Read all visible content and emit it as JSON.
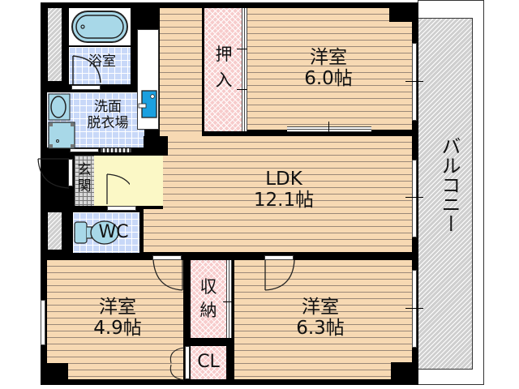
{
  "floorplan": {
    "rooms": {
      "bath": {
        "name": "浴室"
      },
      "washroom": {
        "name_line1": "洗面",
        "name_line2": "脱衣場"
      },
      "entrance": {
        "name_line1": "玄",
        "name_line2": "関"
      },
      "wc": {
        "name": "WC"
      },
      "oshiire": {
        "name_line1": "押",
        "name_line2": "入"
      },
      "western_room_ne": {
        "name": "洋室",
        "size": "6.0帖"
      },
      "ldk": {
        "name": "LDK",
        "size": "12.1帖"
      },
      "western_room_sw": {
        "name": "洋室",
        "size": "4.9帖"
      },
      "storage": {
        "name_line1": "収",
        "name_line2": "納"
      },
      "closet": {
        "name": "CL"
      },
      "western_room_se": {
        "name": "洋室",
        "size": "6.3帖"
      },
      "balcony": {
        "name": "バルコニー"
      }
    },
    "colors": {
      "wall": "#000000",
      "wood_floor": "#f7d9b3",
      "tile_floor": "#c8d8f8",
      "storage_pink": "#f7cccc",
      "entrance_floor": "#fbf8c6",
      "balcony_gray": "#cfcfcf",
      "fixture_blue": "#a8d8e8",
      "kitchen_sink": "#1aa0e0"
    }
  }
}
